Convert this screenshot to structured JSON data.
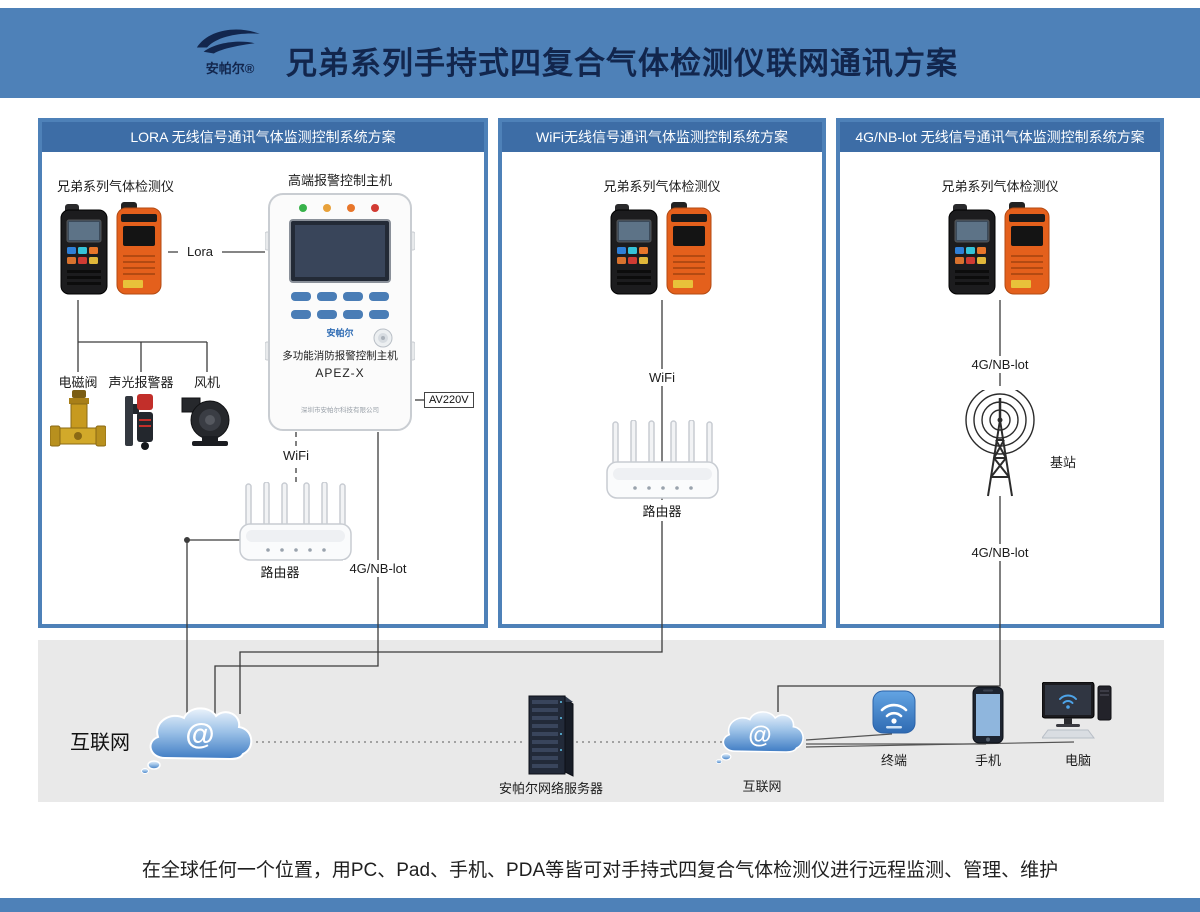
{
  "header": {
    "brand": "安帕尔®",
    "title": "兄弟系列手持式四复合气体检测仪联网通讯方案"
  },
  "panel_lora": {
    "title": "LORA 无线信号通讯气体监测控制系统方案",
    "detector_label": "兄弟系列气体检测仪",
    "host_title": "高端报警控制主机",
    "link_label": "Lora",
    "host_logo": "安帕尔",
    "host_name": "多功能消防报警控制主机",
    "host_model": "APEZ-X",
    "host_company": "深圳市安帕尔科技有限公司",
    "power_label": "AV220V",
    "valve_label": "电磁阀",
    "alarm_label": "声光报警器",
    "fan_label": "风机",
    "wifi_label": "WiFi",
    "router_label": "路由器",
    "cell_label": "4G/NB-lot"
  },
  "panel_wifi": {
    "title": "WiFi无线信号通讯气体监测控制系统方案",
    "detector_label": "兄弟系列气体检测仪",
    "wifi_label": "WiFi",
    "router_label": "路由器"
  },
  "panel_cell": {
    "title": "4G/NB-lot 无线信号通讯气体监测控制系统方案",
    "detector_label": "兄弟系列气体检测仪",
    "cell_top": "4G/NB-lot",
    "station_label": "基站",
    "cell_bottom": "4G/NB-lot"
  },
  "network": {
    "internet_left": "互联网",
    "at_symbol": "@",
    "server_label": "安帕尔网络服务器",
    "internet_mid": "互联网",
    "terminal_label": "终端",
    "phone_label": "手机",
    "computer_label": "电脑"
  },
  "caption": "在全球任何一个位置，用PC、Pad、手机、PDA等皆可对手持式四复合气体检测仪进行远程监测、管理、维护",
  "colors": {
    "band_blue": "#4e81b8",
    "panel_titlebar": "#3d6da6",
    "title_navy": "#12264d",
    "gray_zone": "#e9e9e9"
  }
}
